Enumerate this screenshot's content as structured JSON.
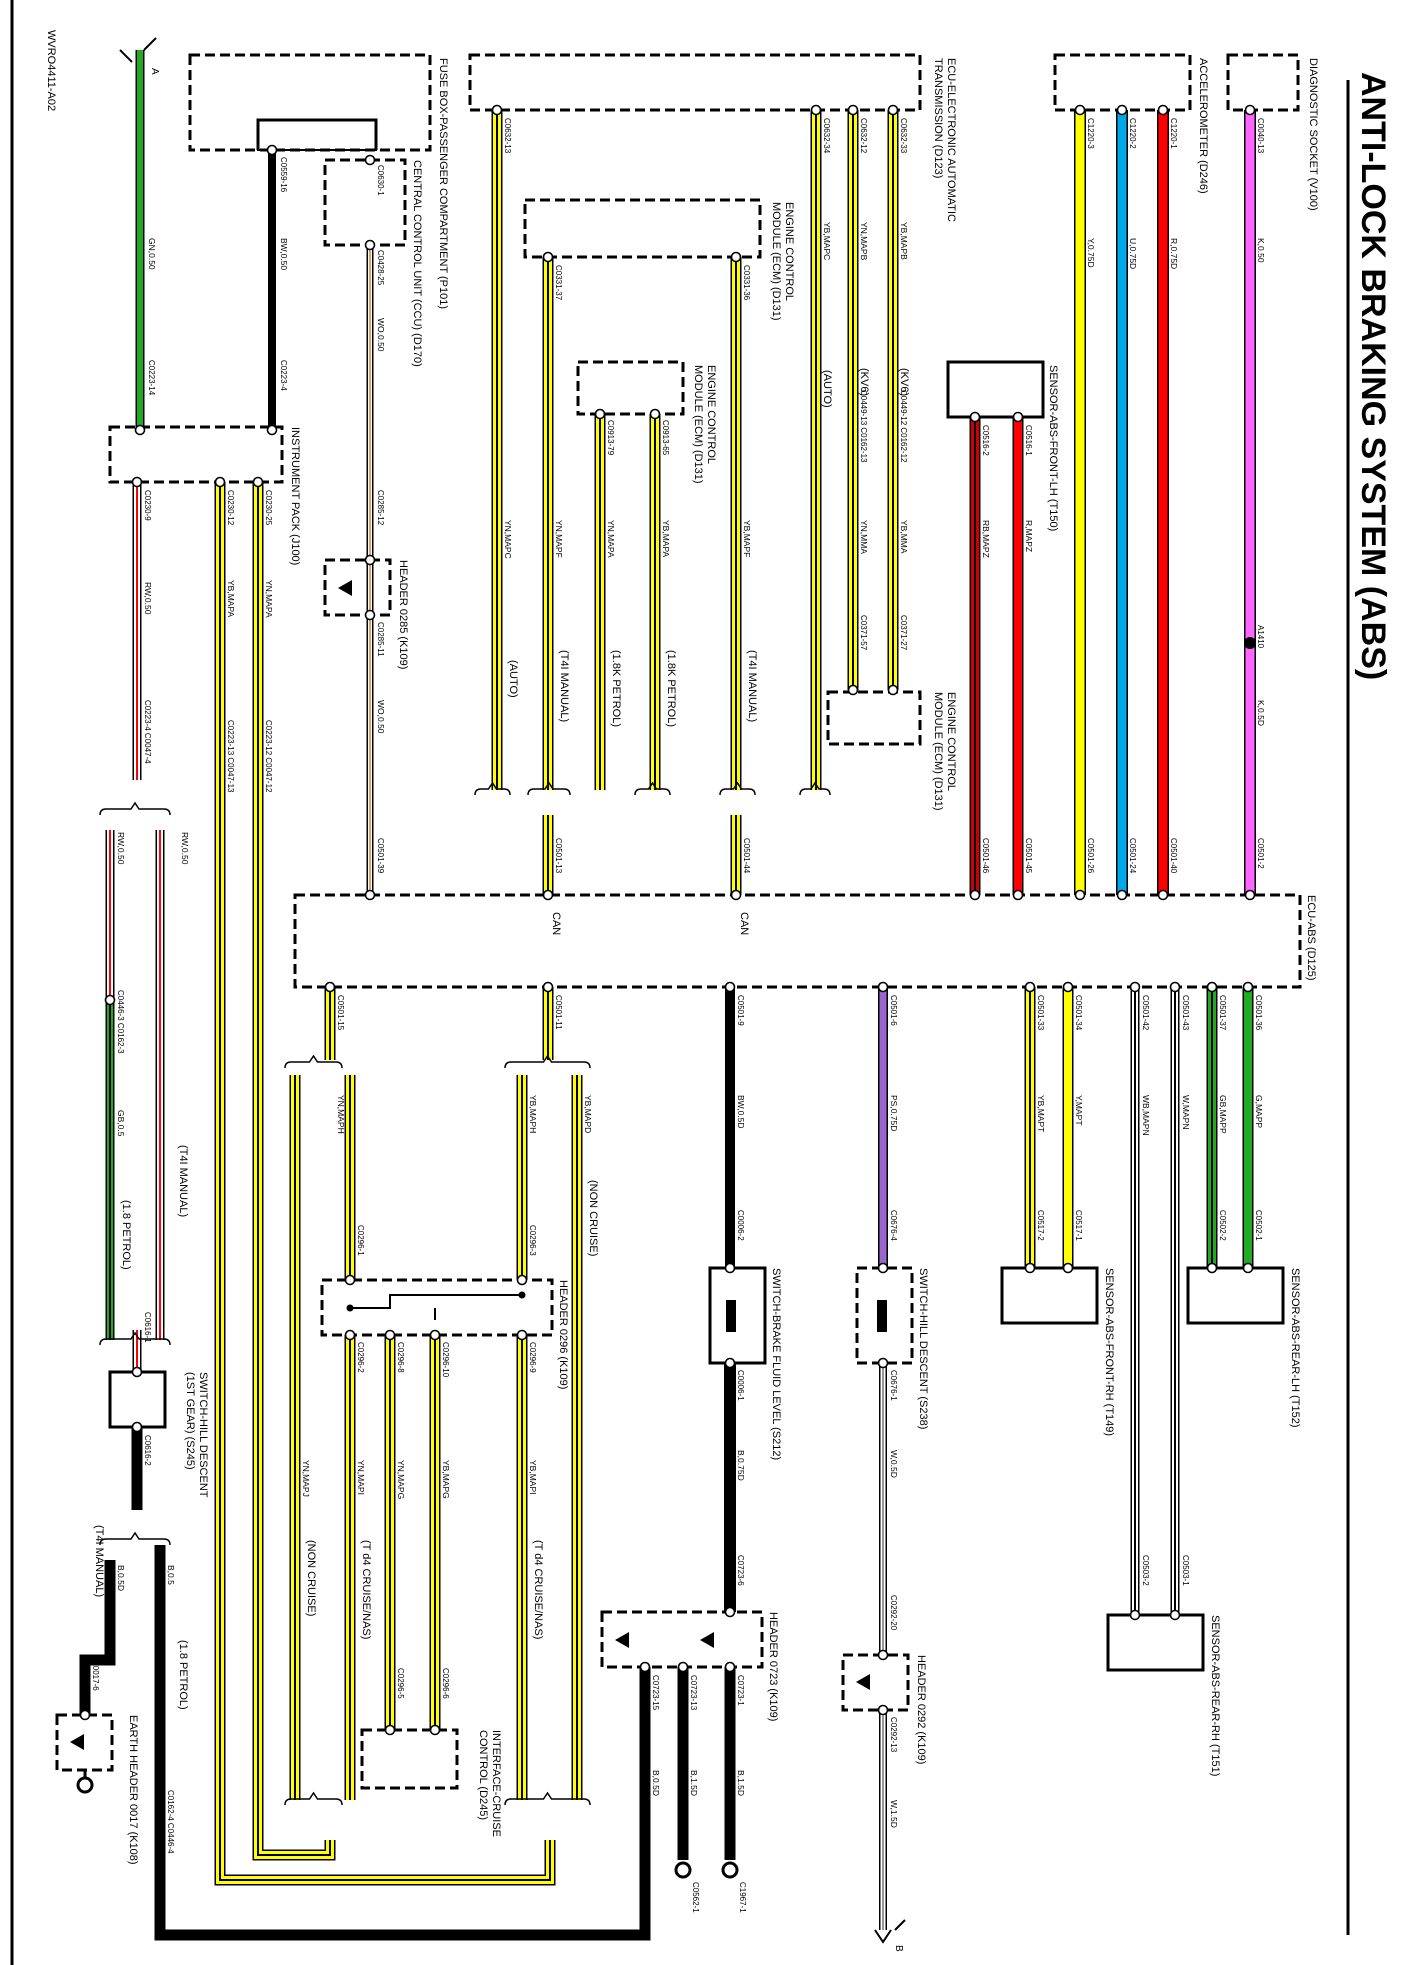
{
  "title": "ANTI-LOCK BRAKING SYSTEM (ABS)",
  "figure_code": "WVRO4411-A02",
  "connectors": {
    "a": "A",
    "b": "B"
  },
  "components": {
    "fusebox": "FUSE BOX-PASSENGER COMPARTMENT (P101)",
    "ccu": "CENTRAL CONTROL UNIT (CCU) (D170)",
    "instrument": "INSTRUMENT PACK (J100)",
    "header0285": "HEADER 0285 (K109)",
    "eat": [
      "ECU-ELECTRONIC AUTOMATIC",
      "TRANSMISSION (D123)"
    ],
    "ecm1": [
      "ENGINE CONTROL",
      "MODULE (ECM) (D131)"
    ],
    "ecm2": [
      "ENGINE CONTROL",
      "MODULE (ECM) (D131)"
    ],
    "ecm3": [
      "ENGINE CONTROL",
      "MODULE (ECM) (D131)"
    ],
    "sensor_front_lh": "SENSOR-ABS-FRONT-LH (T150)",
    "accelerometer": "ACCELEROMETER (D246)",
    "diag": "DIAGNOSTIC SOCKET (V100)",
    "ecu_abs": "ECU-ABS (D125)",
    "sensor_rear_lh": "SENSOR-ABS-REAR-LH (T152)",
    "sensor_front_rh": "SENSOR-ABS-FRONT-RH (T149)",
    "sensor_rear_rh": "SENSOR-ABS-REAR-RH (T151)",
    "switch_hill_descent": "SWITCH-HILL DESCENT (S238)",
    "header0292": "HEADER 0292 (K109)",
    "switch_brake_fluid": "SWITCH-BRAKE FLUID LEVEL (S212)",
    "header0723": "HEADER 0723 (K109)",
    "header0296": "HEADER 0296 (K109)",
    "cruise": [
      "INTERFACE-CRUISE",
      "CONTROL (D245)"
    ],
    "switch_hill_1st": [
      "SWITCH-HILL DESCENT",
      "(1ST GEAR) (S245)"
    ],
    "earth_header": "EARTH HEADER 0017 (K108)"
  },
  "pins": {
    "c0559_16": "C0559-16",
    "c0223_4": "C0223-4",
    "c0223_14": "C0223-14",
    "c0630_1": "C0630-1",
    "c0428_25": "C0428-25",
    "c0285_12": "C0285-12",
    "c0285_11": "C0285-11",
    "c0501_39": "C0501-39",
    "c0230_25": "C0230-25",
    "c0230_12": "C0230-12",
    "c0230_9": "C0230-9",
    "c0223_12_0047_12": "C0223-12 C0047-12",
    "c0223_13_0047_13": "C0223-13 C0047-13",
    "c0223_4_0047_4": "C0223-4 C0047-4",
    "c0632_13": "C0632-13",
    "c0632_34": "C0632-34",
    "c0632_12": "C0632-12",
    "c0632_33": "C0632-33",
    "c0331_37": "C0331-37",
    "c0331_36": "C0331-36",
    "c0913_79": "C0913-79",
    "c0913_65": "C0913-65",
    "c0449_12_c0162_12": "C0449-12 C0162-12",
    "c0449_13_c0162_13": "C0449-13 C0162-13",
    "c0371_57": "C0371-57",
    "c0371_27": "C0371-27",
    "c0501_13": "C0501-13",
    "c0501_44": "C0501-44",
    "c0516_2": "C0516-2",
    "c0516_1": "C0516-1",
    "c0501_46": "C0501-46",
    "c0501_45": "C0501-45",
    "c1220_3": "C1220-3",
    "c1220_2": "C1220-2",
    "c1220_1": "C1220-1",
    "c0501_26": "C0501-26",
    "c0501_24": "C0501-24",
    "c0501_40": "C0501-40",
    "c0040_13": "C0040-13",
    "a1410": "A1410",
    "c0501_2": "C0501-2",
    "c0501_15": "C0501-15",
    "c0501_11": "C0501-11",
    "c0501_9": "C0501-9",
    "c0501_6": "C0501-6",
    "c0501_33": "C0501-33",
    "c0501_34": "C0501-34",
    "c0501_42": "C0501-42",
    "c0501_43": "C0501-43",
    "c0501_37": "C0501-37",
    "c0501_36": "C0501-36",
    "c0502_2": "C0502-2",
    "c0502_1": "C0502-1",
    "c0517_2": "C0517-2",
    "c0517_1": "C0517-1",
    "c0503_2": "C0503-2",
    "c0503_1": "C0503-1",
    "c0676_4": "C0676-4",
    "c0676_1": "C0676-1",
    "c0292_20": "C0292-20",
    "c0292_13": "C0292-13",
    "c0006_2": "C0006-2",
    "c0006_1": "C0006-1",
    "c0723_6": "C0723-6",
    "c0723_1": "C0723-1",
    "c0723_13": "C0723-13",
    "c0723_15": "C0723-15",
    "c1967_1": "C1967-1",
    "c0562_1": "C0562-1",
    "c0296_1": "C0296-1",
    "c0296_3": "C0296-3",
    "c0296_2": "C0296-2",
    "c0296_8": "C0296-8",
    "c0296_10": "C0296-10",
    "c0296_9": "C0296-9",
    "c0296_5": "C0296-5",
    "c0296_6": "C0296-6",
    "c0446_3_c0162_3": "C0446-3 C0162-3",
    "c0616_1": "C0616-1",
    "c0616_2": "C0616-2",
    "c0017_6": "C0017-6",
    "c0162_4_c0446_4": "C0162-4 C0446-4"
  },
  "wires": {
    "gn050": "GN,0.50",
    "bw050": "BW,0.50",
    "wo050a": "WO,0.50",
    "wo050b": "WO,0.50",
    "ynmapc_a": "YN,MAPC",
    "ybmapc": "YB,MAPC",
    "ynmapb": "YN,MAPB",
    "ybmapb": "YB,MAPB",
    "ynmapf": "YN,MAPF",
    "ybmapf": "YB,MAPF",
    "ynmapa_a": "YN,MAPA",
    "ybmapa_a": "YB,MAPA",
    "ynmma": "YN,MMA",
    "ybmma": "YB,MMA",
    "ybmapa_b": "YB,MAPA",
    "ynmapa_b": "YN,MAPA",
    "rw050a": "RW,0.50",
    "rw050b": "RW,0.50",
    "rw050c": "RW,0.50",
    "rbmapz": "RB,MAPZ",
    "rmapz": "R,MAPZ",
    "y075": "Y,0.75D",
    "u075": "U,0.75D",
    "r075": "R,0.75D",
    "k050a": "K,0.50",
    "k050b": "K,0.5D",
    "ynmaph": "YN,MAPH",
    "ybmaph": "YB,MAPH",
    "ybmapd": "YB,MAPD",
    "bw050d": "BW,0.5D",
    "ps075": "PS,0.75D",
    "ybmapt": "YB,MAPT",
    "ymapt": "Y,MAPT",
    "wbmapn": "WB,MAPN",
    "wmapn": "W,MAPN",
    "gbmapp": "GB,MAPP",
    "gmapp": "G,MAPP",
    "w050": "W,0.5D",
    "w150": "W,1.5D",
    "b075": "B,0.75D",
    "b150a": "B,1.5D",
    "b150b": "B,1.5D",
    "b050d": "B,0.5D",
    "ynmapj": "YN,MAPJ",
    "ynmapi": "YN,MAPI",
    "ynmapg": "YN,MAPG",
    "ybmapg": "YB,MAPG",
    "ybmapi": "YB,MAPI",
    "gb05": "GB,0.5",
    "b050e": "B,0.5D",
    "b05": "B,0.5"
  },
  "notes": {
    "auto1": "(AUTO)",
    "kv6": "(KV6)",
    "kv6b": "(KV6)",
    "auto2": "(AUTO)",
    "t4manual_a": "(T4I MANUAL)",
    "t4manual_b": "(T4I MANUAL)",
    "petrol18k_a": "(1.8K PETROL)",
    "petrol18k_b": "(1.8K PETROL)",
    "noncruise_a": "(NON CRUISE)",
    "noncruise_b": "(NON CRUISE)",
    "cruisenas_a": "(T d4 CRUISE/NAS)",
    "cruisenas_b": "(T d4 CRUISE/NAS)",
    "t4manual_c": "(T4I MANUAL)",
    "petrol18_a": "(1.8 PETROL)",
    "t4manual_d": "(T4I MANUAL)",
    "petrol18_b": "(1.8 PETROL)",
    "can1": "CAN",
    "can2": "CAN"
  },
  "colors": {
    "yellow": "#ffff00",
    "cyan": "#00a8e8",
    "red": "#ff0000",
    "pink": "#ff66ff",
    "green": "#22aa22",
    "purple": "#9966cc",
    "black": "#000000",
    "darkred": "#cc0000",
    "grey": "#999999",
    "orange_tracer": "#e0a060",
    "white": "#ffffff"
  }
}
